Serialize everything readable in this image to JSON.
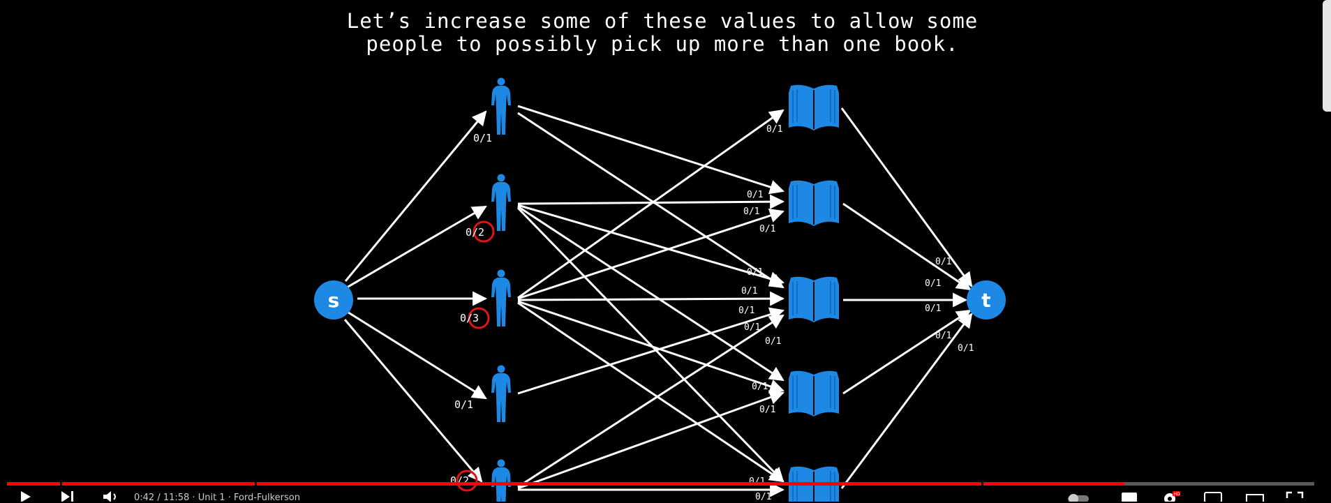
{
  "caption": "Let’s increase some of these values to allow some\npeople to possibly pick up more than one book.",
  "colors": {
    "node": "#1e88e5",
    "edge": "#ffffff",
    "edge_dim": "#d0d0d0",
    "highlight": "#e01515",
    "progress": "#ff0000"
  },
  "nodes": {
    "source_label": "s",
    "sink_label": "t"
  },
  "icons": {
    "person": "person-silhouette-icon",
    "book": "open-book-icon"
  },
  "edge_labels": {
    "s_p1": "0/1",
    "s_p2": "0/2",
    "s_p3": "0/3",
    "s_p4": "0/1",
    "s_p5": "0/2",
    "b1_in": "0/1",
    "b2_in_1": "0/1",
    "b2_in_2": "0/1",
    "b2_in_3": "0/1",
    "b3_in_1": "0/1",
    "b3_in_2": "0/1",
    "b3_in_3": "0/1",
    "b3_in_4": "0/1",
    "b3_in_5": "0/1",
    "b4_in_1": "0/1",
    "b4_in_2": "0/1",
    "b5_in_1": "0/1",
    "b5_in_2": "0/1",
    "t_in_1": "0/1",
    "t_in_2": "0/1",
    "t_in_3": "0/1",
    "t_in_4": "0/1",
    "t_in_5": "0/1"
  },
  "player": {
    "play_icon": "play-icon",
    "next_icon": "next-icon",
    "volume_icon": "volume-icon",
    "time": "0:42 / 11:58 · Unit 1 · Ford-Fulkerson",
    "progress_fraction": 0.855
  }
}
